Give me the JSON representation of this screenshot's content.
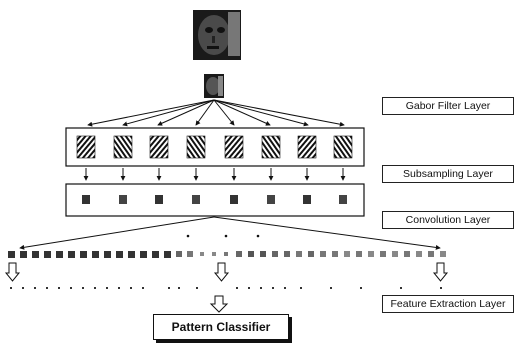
{
  "labels": {
    "gabor": "Gabor Filter Layer",
    "subsampling": "Subsampling Layer",
    "convolution": "Convolution Layer",
    "feature_extraction": "Feature Extraction Layer"
  },
  "classifier": {
    "label": "Pattern Classifier"
  },
  "filter_count": 8,
  "colors": {
    "ink": "#111111",
    "background": "#ffffff"
  }
}
